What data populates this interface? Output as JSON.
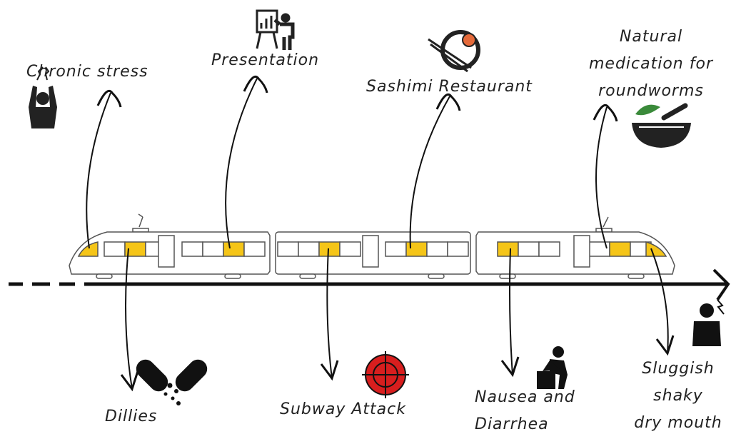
{
  "colors": {
    "window_highlight": "#f5c518",
    "line": "#111111",
    "target": "#d81e1e",
    "leaf": "#3a8a3a"
  },
  "events_above": [
    {
      "label": "Chronic stress",
      "icon": "stressed-person-icon"
    },
    {
      "label": "Presentation",
      "icon": "presentation-icon"
    },
    {
      "label": "Sashimi Restaurant",
      "icon": "sushi-plate-icon"
    },
    {
      "label_lines": [
        "Natural",
        "medication for",
        "roundworms"
      ],
      "icon": "mortar-pestle-icon"
    }
  ],
  "events_below": [
    {
      "label": "Dillies",
      "icon": "pills-icon"
    },
    {
      "label": "Subway Attack",
      "icon": "target-icon"
    },
    {
      "label_lines": [
        "Nausea and",
        "Diarrhea"
      ],
      "icon": "sick-person-icon"
    },
    {
      "label_lines": [
        "Sluggish",
        "shaky",
        "dry mouth"
      ],
      "icon": "chest-pain-icon"
    }
  ]
}
